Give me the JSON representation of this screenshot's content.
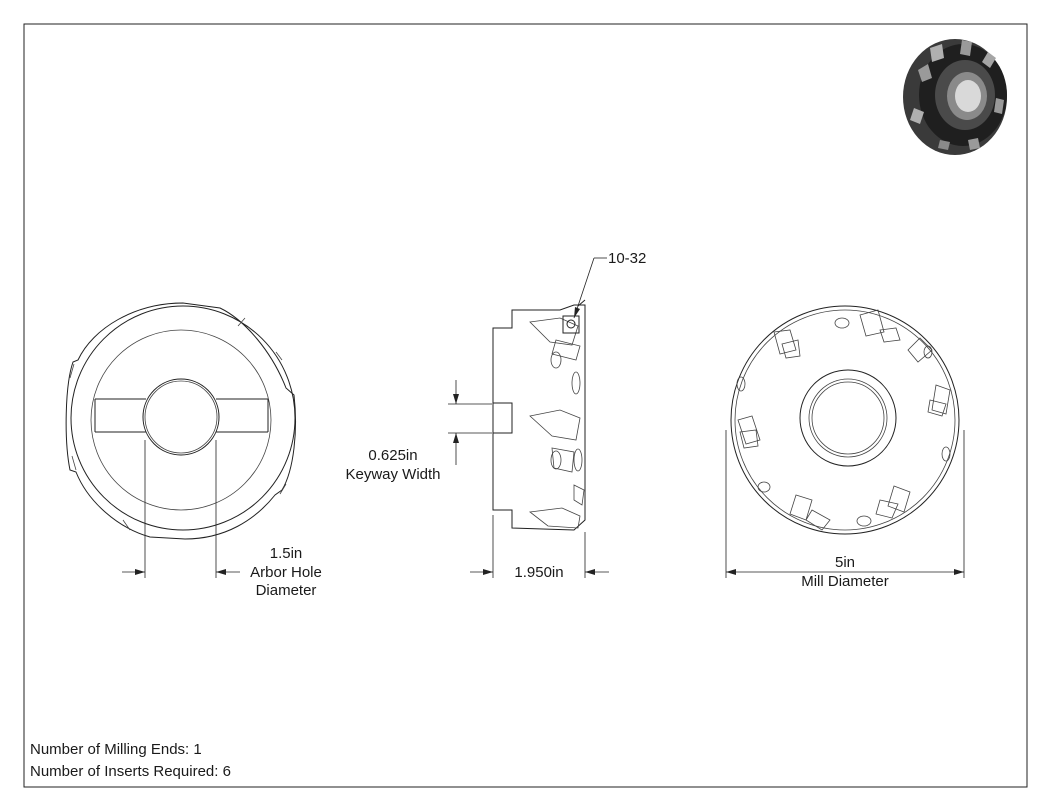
{
  "labels": {
    "thread": "10-32",
    "keyway_value": "0.625in",
    "keyway_name": "Keyway Width",
    "arbor_value": "1.5in",
    "arbor_name_1": "Arbor Hole",
    "arbor_name_2": "Diameter",
    "length_value": "1.950in",
    "mill_value": "5in",
    "mill_name": "Mill Diameter"
  },
  "notes": {
    "milling_ends": "Number of Milling Ends: 1",
    "inserts": "Number of Inserts Required: 6"
  },
  "colors": {
    "line": "#222222",
    "iso_dark": "#2a2a2a",
    "iso_mid": "#6e6e6e",
    "iso_light": "#bdbdbd"
  }
}
